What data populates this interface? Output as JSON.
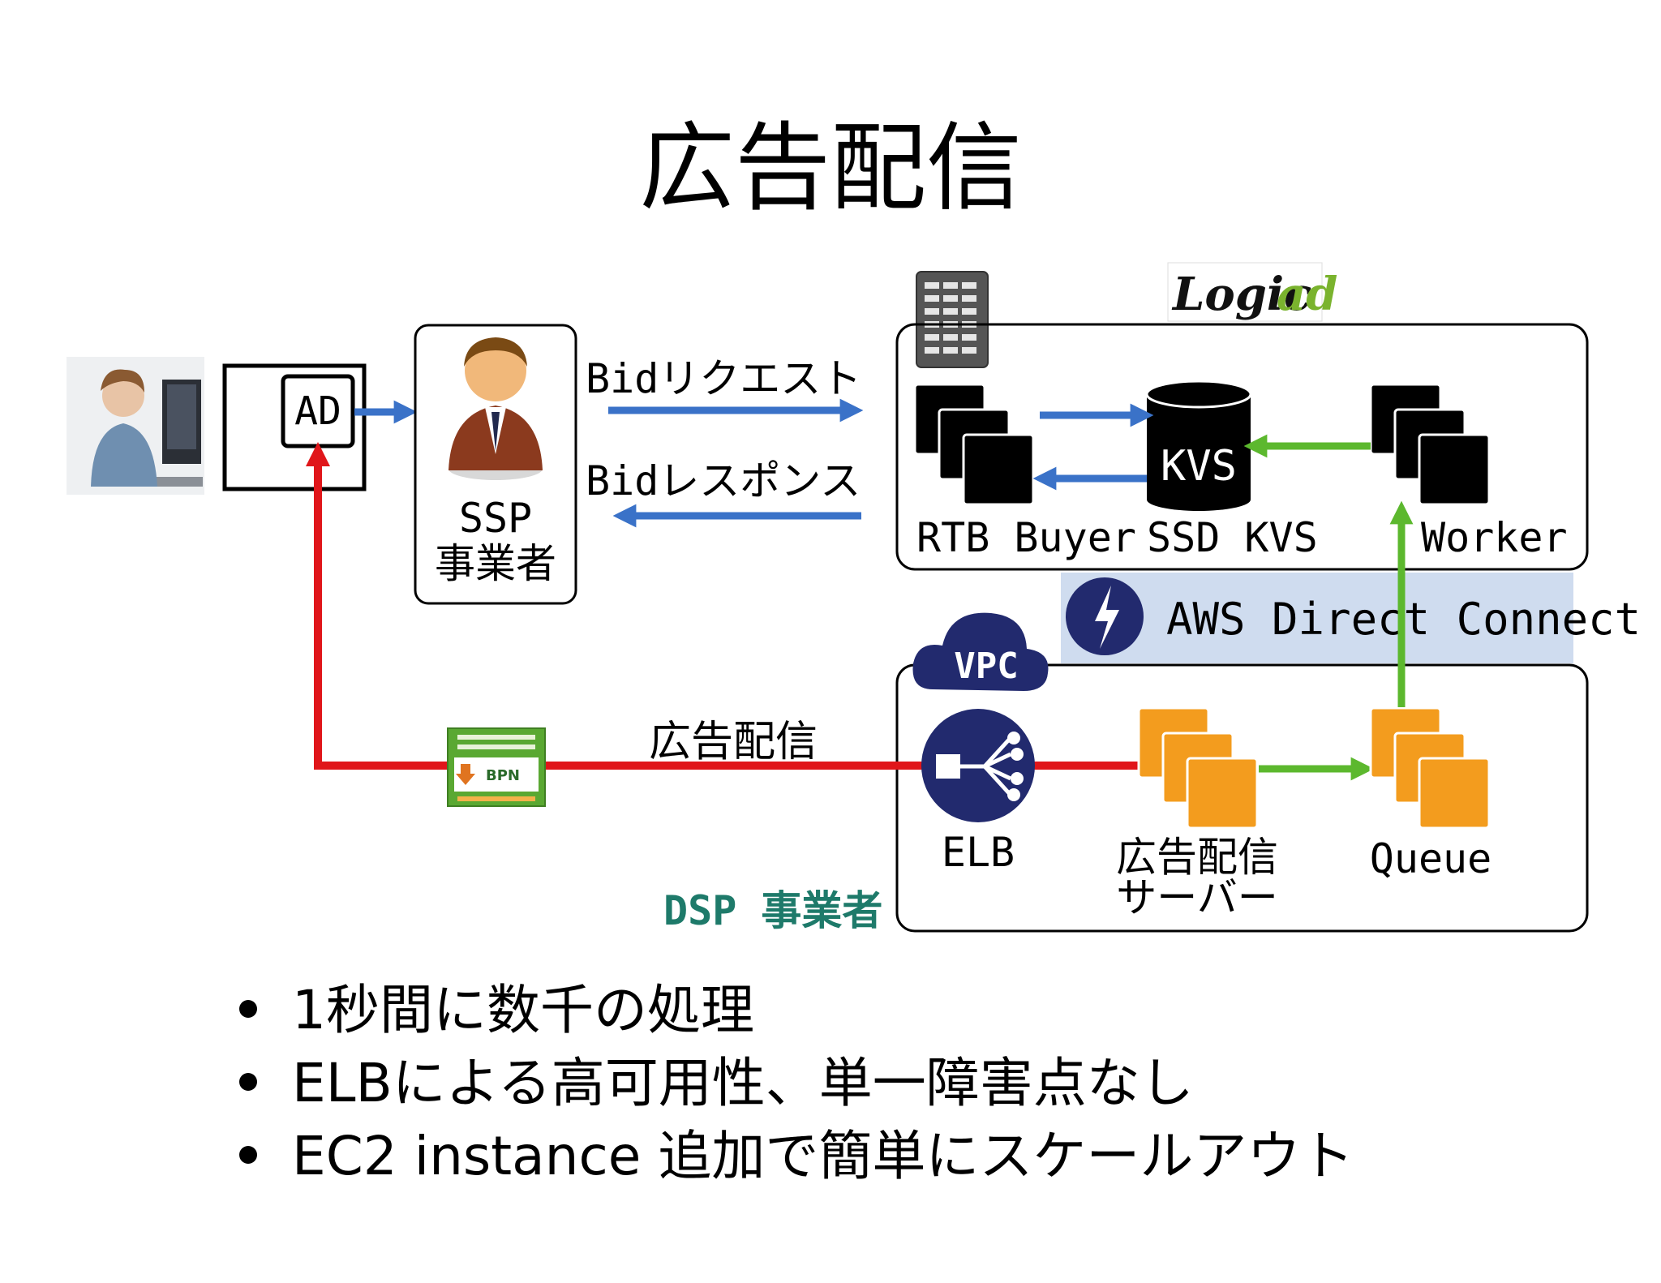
{
  "title": "広告配信",
  "diagram": {
    "ad_label": "AD",
    "ssp_line1": "SSP",
    "ssp_line2": "事業者",
    "bid_request": "Bidリクエスト",
    "bid_response": "Bidレスポンス",
    "logo_text_dark": "Logic",
    "logo_text_green": "ad",
    "rtb_buyer": "RTB Buyer",
    "kvs_label": "KVS",
    "ssd_kvs": "SSD KVS",
    "worker": "Worker",
    "aws_direct_connect": "AWS Direct Connect",
    "vpc_label": "VPC",
    "delivery_label": "広告配信",
    "elb_label": "ELB",
    "ad_server_line1": "広告配信",
    "ad_server_line2": "サーバー",
    "queue_label": "Queue",
    "dsp_label": "DSP 事業者",
    "bpn_badge_text": "BPN"
  },
  "bullets": [
    "1秒間に数千の処理",
    "ELBによる高可用性、単一障害点なし",
    "EC2 instance 追加で簡単にスケールアウト"
  ],
  "colors": {
    "blue_arrow": "#3a72c8",
    "red_line": "#e0161a",
    "green_arrow": "#5cb82e",
    "orange_server": "#f39c1e",
    "navy_icon": "#222a6e",
    "dsp_teal": "#1e7a6a",
    "direct_connect_bg": "#cfdcef",
    "logo_green": "#7ab32e"
  }
}
